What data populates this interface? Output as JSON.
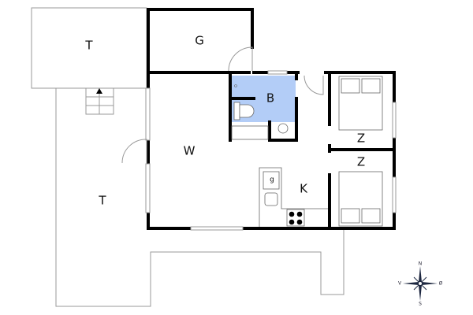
{
  "floor_plan": {
    "rooms": {
      "terrace_upper": "T",
      "terrace_lower": "T",
      "storage": "G",
      "bathroom": "B",
      "living": "W",
      "bedroom_upper": "Z",
      "bedroom_lower": "Z",
      "kitchen": "K",
      "fridge": "g"
    },
    "compass": {
      "north": "N",
      "west": "V",
      "east": "Ø",
      "south": "S"
    },
    "colors": {
      "bathroom_fill": "#b3cdf7",
      "wall": "#000000"
    }
  }
}
